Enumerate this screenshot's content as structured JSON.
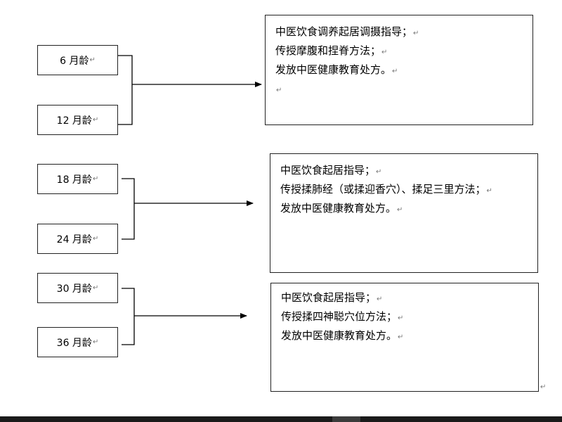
{
  "paragraph_mark": "↵",
  "groups": [
    {
      "ages": [
        "6 月龄",
        "12 月龄"
      ],
      "lines": [
        "中医饮食调养起居调摄指导；",
        "传授摩腹和捏脊方法；",
        "发放中医健康教育处方。",
        ""
      ]
    },
    {
      "ages": [
        "18 月龄",
        "24 月龄"
      ],
      "lines": [
        "中医饮食起居指导；",
        "传授揉肺经（或揉迎香穴）、揉足三里方法；",
        "发放中医健康教育处方。"
      ]
    },
    {
      "ages": [
        "30 月龄",
        "36 月龄"
      ],
      "lines": [
        "中医饮食起居指导；",
        "传授揉四神聪穴位方法；",
        "发放中医健康教育处方。"
      ]
    }
  ]
}
